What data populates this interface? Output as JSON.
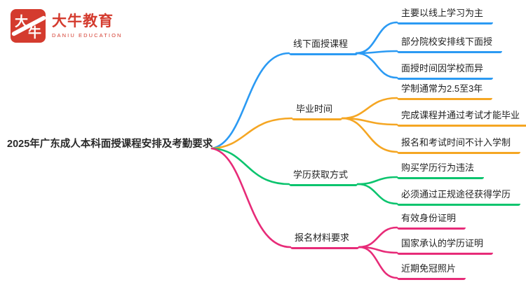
{
  "logo": {
    "stamp_top": "大",
    "stamp_bottom": "牛",
    "brand": "大牛教育",
    "subtitle": "DANIU EDUCATION",
    "brand_color": "#d43b2e"
  },
  "root": {
    "label": "2025年广东成人本科面授课程安排及考勤要求"
  },
  "branches": [
    {
      "label": "线下面授课程",
      "color": "#2b9af3",
      "children": [
        {
          "label": "主要以线上学习为主"
        },
        {
          "label": "部分院校安排线下面授"
        },
        {
          "label": "面授时间因学校而异"
        }
      ]
    },
    {
      "label": "毕业时间",
      "color": "#f5a623",
      "children": [
        {
          "label": "学制通常为2.5至3年"
        },
        {
          "label": "完成课程并通过考试才能毕业"
        },
        {
          "label": "报名和考试时间不计入学制"
        }
      ]
    },
    {
      "label": "学历获取方式",
      "color": "#0cc46e",
      "children": [
        {
          "label": "购买学历行为违法"
        },
        {
          "label": "必须通过正规途径获得学历"
        }
      ]
    },
    {
      "label": "报名材料要求",
      "color": "#e72b78",
      "children": [
        {
          "label": "有效身份证明"
        },
        {
          "label": "国家承认的学历证明"
        },
        {
          "label": "近期免冠照片"
        }
      ]
    }
  ]
}
